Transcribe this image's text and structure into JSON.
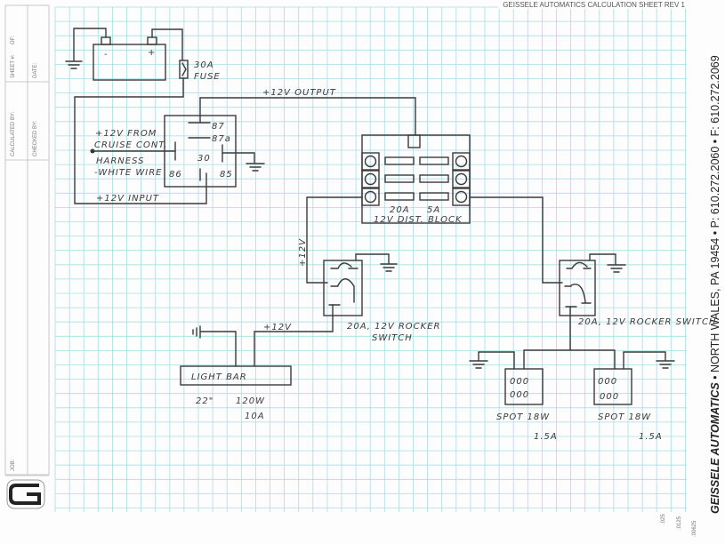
{
  "title_block": {
    "sheet_label": "SHEET #:",
    "of_label": "OF:",
    "date_label": "DATE:",
    "calculated_by_label": "CALCULATED BY:",
    "checked_by_label": "CHECKED BY:",
    "job_label": "JOB:"
  },
  "header_small": "GEISSELE AUTOMATICS CALCULATION SHEET REV 1",
  "footer": {
    "company": "GEISSELE AUTOMATICS",
    "address": " • NORTH WALES, PA 19454 • ",
    "phone": "P: 610.272.2060",
    "sep": " • ",
    "fax": "F: 610.272.2069"
  },
  "scale_marks": [
    ".025",
    ".0125",
    ".00625"
  ],
  "diagram": {
    "battery_neg": "-",
    "battery_pos": "+",
    "fuse_rating": "30A",
    "fuse_label": "FUSE",
    "output_label": "+12V OUTPUT",
    "input_label": "+12V INPUT",
    "cruise_lines": [
      "+12V FROM",
      "CRUISE CONT.",
      "HARNESS",
      "-WHITE WIRE"
    ],
    "relay_pins": {
      "p87": "87",
      "p87a": "87a",
      "p30": "30",
      "p85": "85",
      "p86": "86"
    },
    "dist_block_label": "12V DIST. BLOCK",
    "fuse_20a": "20A",
    "fuse_5a": "5A",
    "feed_label": "+12V",
    "switch1_label": "20A, 12V ROCKER",
    "switch1_label2": "SWITCH",
    "lightbar_feed": "+12V",
    "lightbar_label": "LIGHT BAR",
    "lightbar_size": "22\"",
    "lightbar_power": "120W",
    "lightbar_current": "10A",
    "switch2_label": "20A, 12V ROCKER SWITCH",
    "spot1_label": "SPOT 18W",
    "spot1_current": "1.5A",
    "spot2_label": "SPOT 18W",
    "spot2_current": "1.5A",
    "spot_leds": "000"
  }
}
